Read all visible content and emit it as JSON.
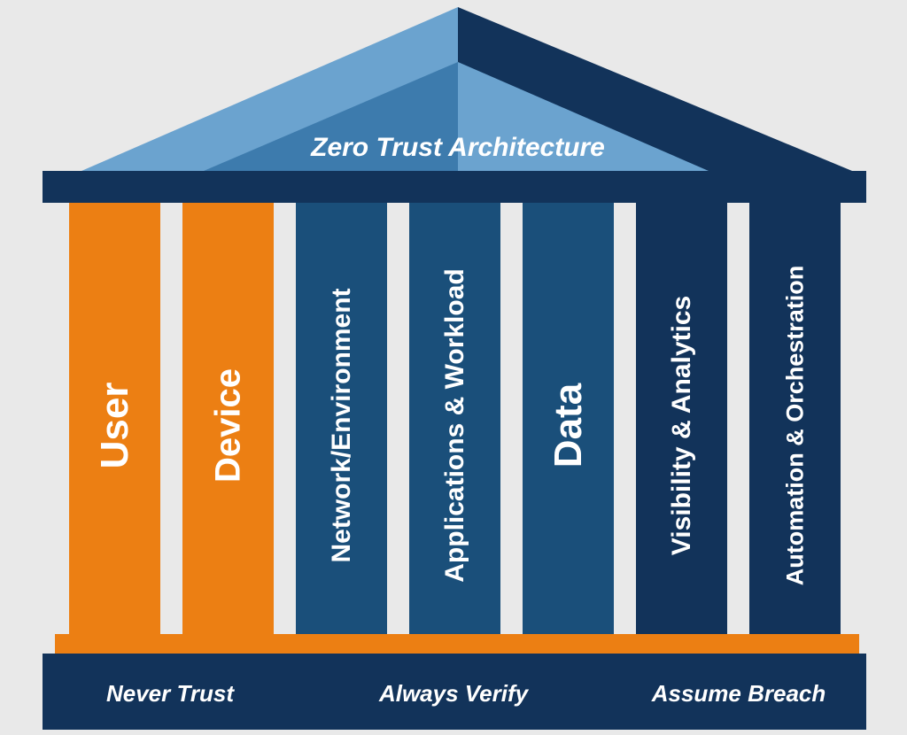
{
  "roof": {
    "title": "Zero Trust Architecture"
  },
  "pillars": [
    {
      "label": "User",
      "color": "#ec7f13"
    },
    {
      "label": "Device",
      "color": "#ec7f13"
    },
    {
      "label": "Network/Environment",
      "color": "#1a4f7a"
    },
    {
      "label": "Applications & Workload",
      "color": "#1a4f7a"
    },
    {
      "label": "Data",
      "color": "#1a4f7a"
    },
    {
      "label": "Visibility & Analytics",
      "color": "#12335a"
    },
    {
      "label": "Automation & Orchestration",
      "color": "#12335a"
    }
  ],
  "base": {
    "principles": [
      "Never Trust",
      "Always Verify",
      "Assume Breach"
    ]
  },
  "colors": {
    "background": "#e9e9e9",
    "navy": "#12335a",
    "mid_blue": "#1a4f7a",
    "light_blue": "#6ba3cf",
    "steel_blue": "#3d7bad",
    "orange": "#ec7f13"
  }
}
